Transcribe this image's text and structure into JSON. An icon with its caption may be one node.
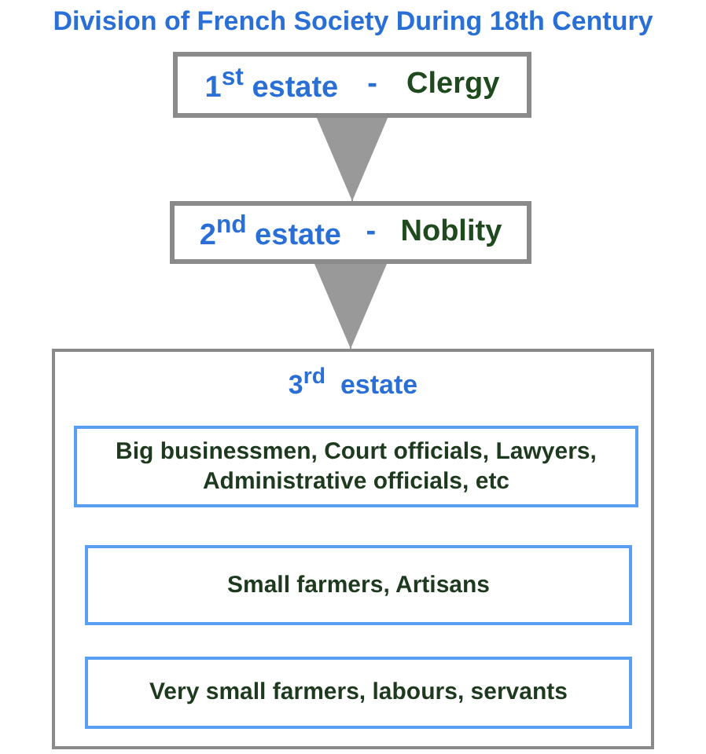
{
  "diagram": {
    "title": "Division of French Society During 18th Century",
    "nodes": [
      {
        "text": [
          "1$^{st}$ estate",
          "-",
          "Clergy"
        ]
      },
      {
        "text": [
          "2$^{nd}$ estate",
          "-",
          "Noblity"
        ]
      },
      {
        "text": [
          "3$^{rd}$  estate"
        ]
      },
      {
        "text": [
          "Big businessmen, Court officials, Lawyers, Administrative officials, etc"
        ],
        "in": 2
      },
      {
        "text": [
          "Small farmers, Artisans"
        ],
        "in": 2
      },
      {
        "text": [
          "Very small farmers, labours, servants"
        ],
        "in": 2
      }
    ],
    "edges": [
      {
        "from": 0,
        "to": 1,
        "arrow": "to"
      },
      {
        "from": 1,
        "to": 2,
        "arrow": "to"
      }
    ]
  }
}
